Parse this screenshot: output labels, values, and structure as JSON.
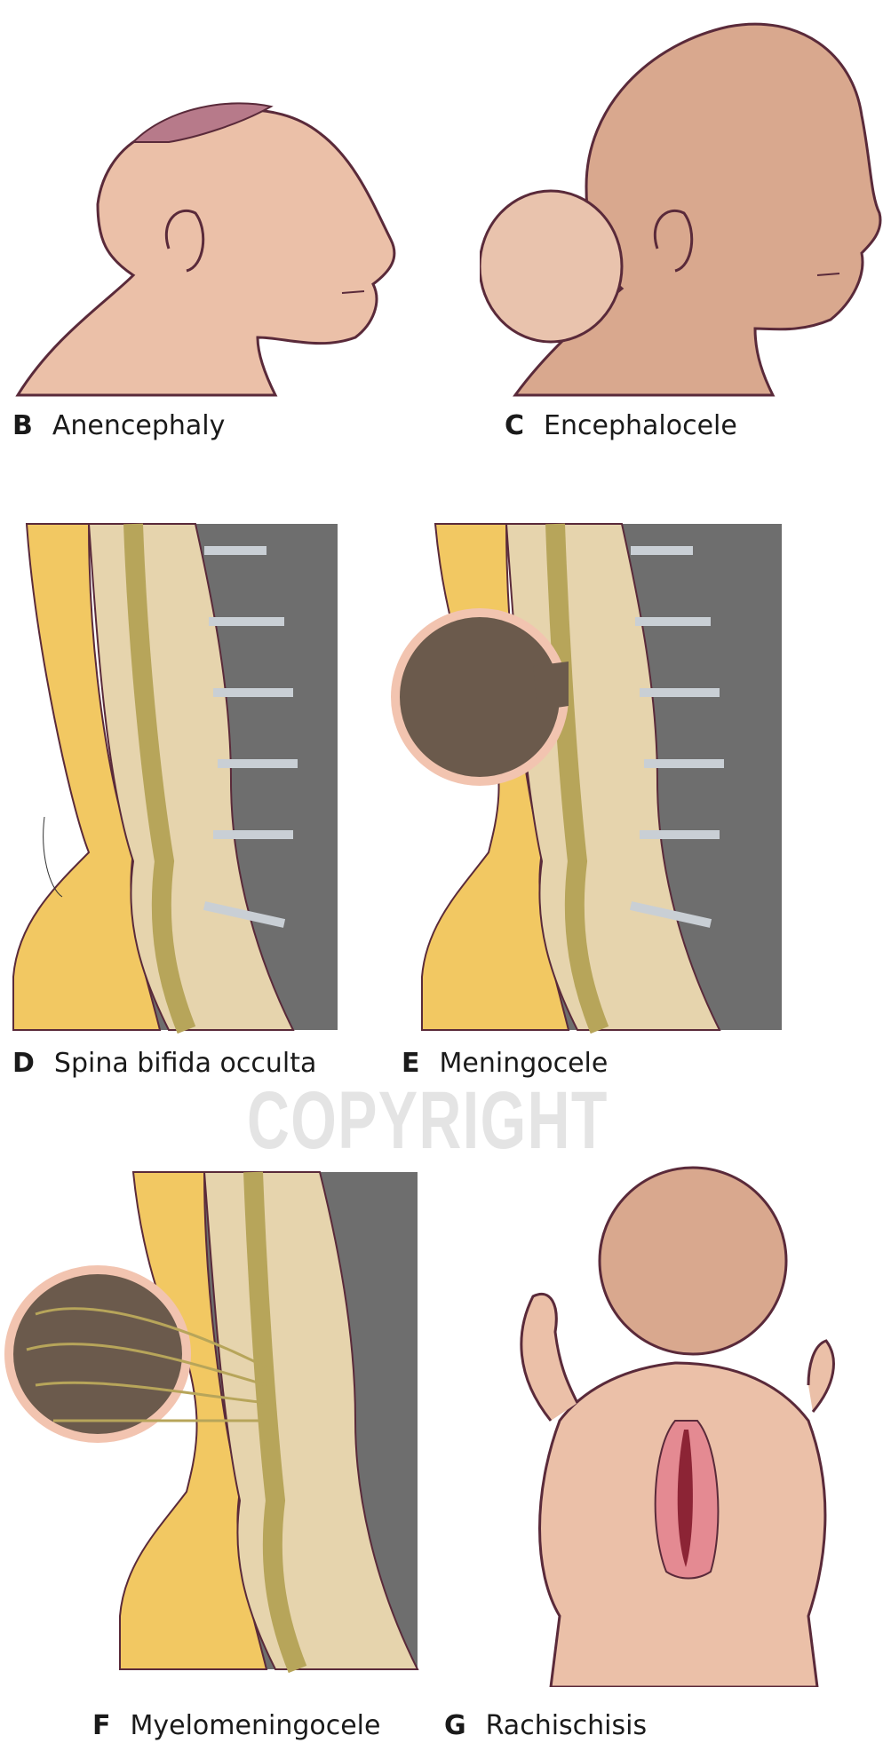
{
  "panels": [
    {
      "letter": "B",
      "label": "Anencephaly"
    },
    {
      "letter": "C",
      "label": "Encephalocele"
    },
    {
      "letter": "D",
      "label": "Spina bifida occulta"
    },
    {
      "letter": "E",
      "label": "Meningocele"
    },
    {
      "letter": "F",
      "label": "Myelomeningocele"
    },
    {
      "letter": "G",
      "label": "Rachischisis"
    }
  ],
  "watermark": "COPYRIGHT",
  "colors": {
    "skin": "#ebc0a8",
    "outline": "#5a2a3a",
    "brain": "#b77a8a",
    "fat": "#f2c862",
    "bone": "#e6d4ad",
    "disc": "#c9cfd5",
    "cord": "#b7a55a",
    "csf": "#6b5a4c",
    "background": "#6e6e6e"
  }
}
